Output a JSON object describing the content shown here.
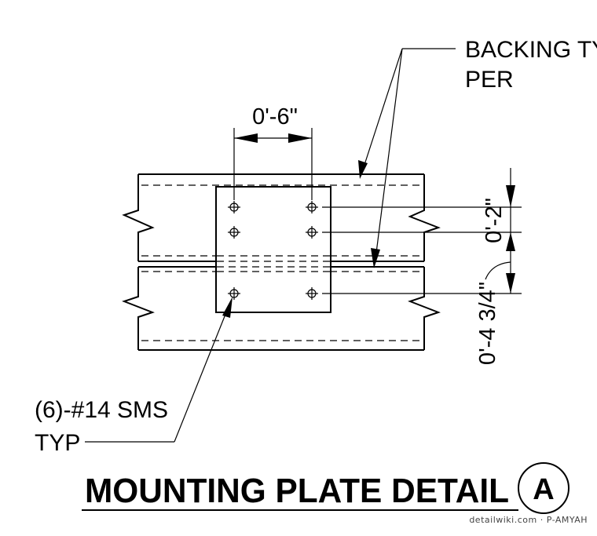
{
  "labels": {
    "backing_line1": "BACKING TY",
    "backing_line2": "PER",
    "screws_line1": "(6)-#14 SMS",
    "screws_line2": "TYP"
  },
  "dimensions": {
    "horizontal_spacing": "0'-6\"",
    "vertical_spacing": "0'-2\"",
    "vertical_offset": "0'-4 3/4\""
  },
  "title": {
    "text": "MOUNTING PLATE DETAIL",
    "tag": "A"
  },
  "footer": {
    "text": "detailwiki.com · P-AMYAH"
  }
}
